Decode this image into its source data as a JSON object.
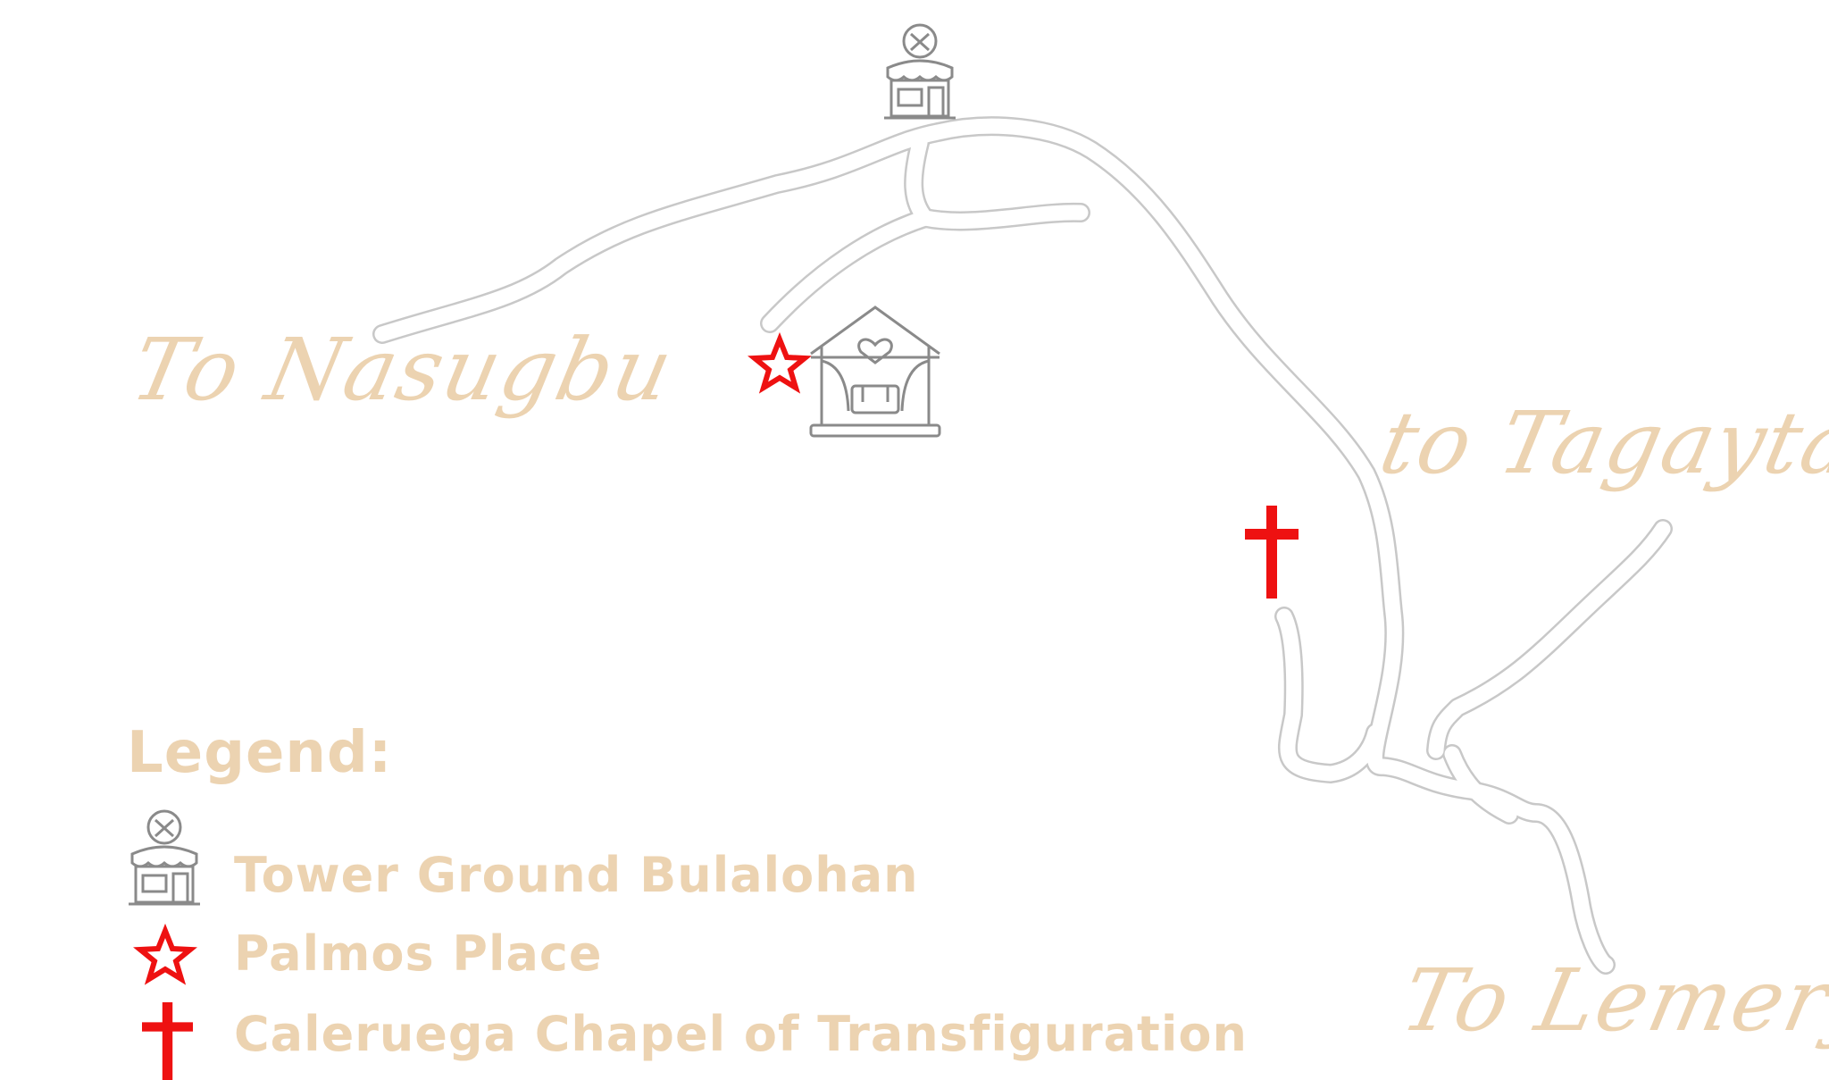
{
  "destinations": {
    "west": "To Nasugbu",
    "east": "to Tagaytay",
    "south": "To Lemery"
  },
  "legend": {
    "title": "Legend:",
    "items": [
      {
        "icon": "restaurant-shop-icon",
        "label": "Tower Ground Bulalohan"
      },
      {
        "icon": "star-icon",
        "label": "Palmos Place"
      },
      {
        "icon": "cross-icon",
        "label": "Caleruega Chapel of Transfiguration"
      }
    ]
  },
  "colors": {
    "road_fill": "#ffffff",
    "road_outline": "#c8c8c8",
    "label": "#ecd3b1",
    "marker_red": "#ee1111",
    "icon_gray": "#8a8a8a"
  },
  "map_markers": [
    {
      "icon": "restaurant-shop-icon",
      "place": "Tower Ground Bulalohan"
    },
    {
      "icon": "star-icon",
      "place": "Palmos Place"
    },
    {
      "icon": "wedding-venue-icon",
      "place": "Palmos Place"
    },
    {
      "icon": "cross-icon",
      "place": "Caleruega Chapel of Transfiguration"
    }
  ]
}
